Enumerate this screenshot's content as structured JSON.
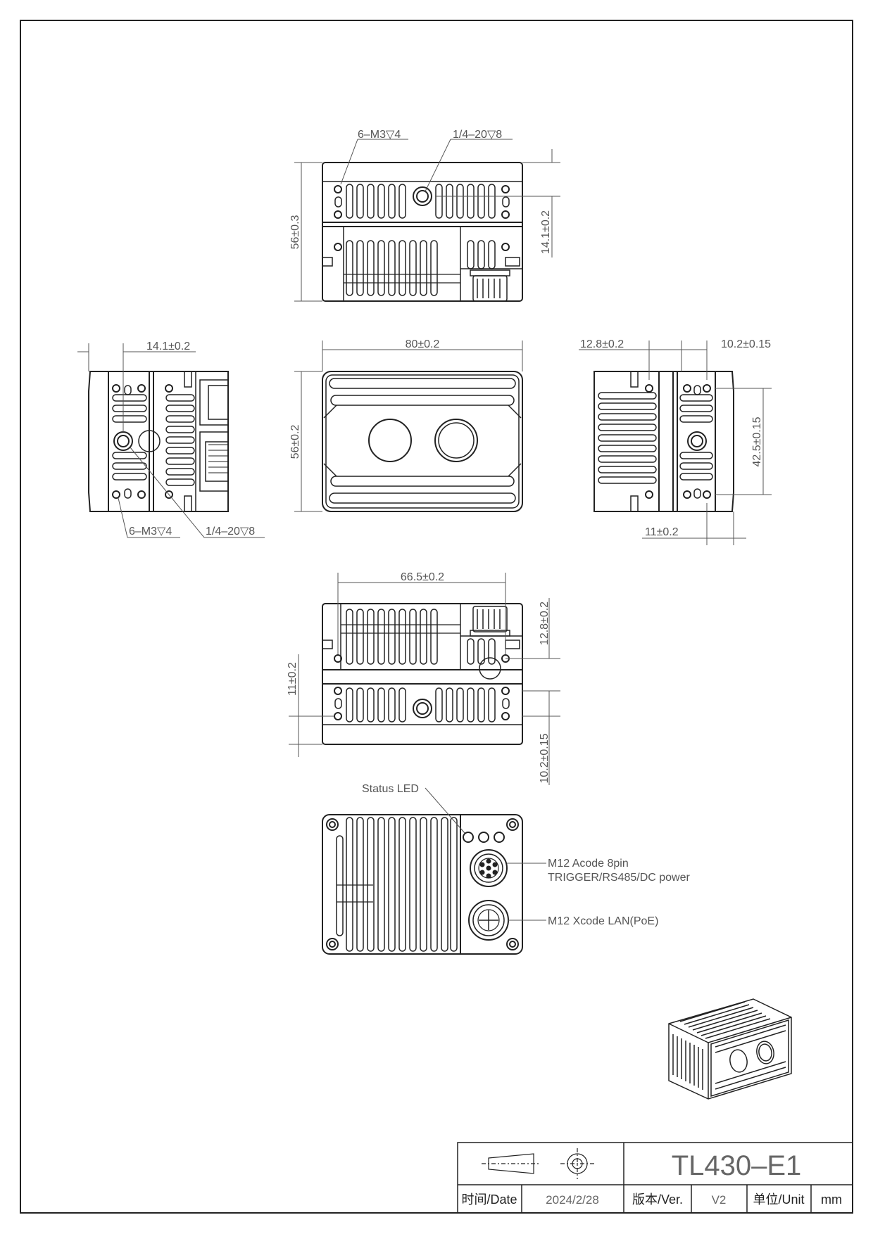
{
  "top_view": {
    "callout_thread_holes": "6–M3▽4",
    "callout_tripod": "1/4–20▽8",
    "dim_height": "56±0.3",
    "dim_tripod_offset": "14.1±0.2"
  },
  "left_view": {
    "dim_offset": "14.1±0.2",
    "callout_thread_holes": "6–M3▽4",
    "callout_tripod": "1/4–20▽8"
  },
  "front_view": {
    "dim_width": "80±0.2",
    "dim_height": "56±0.2"
  },
  "right_view": {
    "dim_a": "12.8±0.2",
    "dim_b": "10.2±0.15",
    "dim_height": "42.5±0.15",
    "dim_bottom": "11±0.2"
  },
  "bottom_view": {
    "dim_width": "66.5±0.2",
    "dim_right_top": "12.8±0.2",
    "dim_left": "11±0.2",
    "dim_right_bottom": "10.2±0.15"
  },
  "rear_view": {
    "status_led": "Status LED",
    "m12_acode_line1": "M12 Acode 8pin",
    "m12_acode_line2": "TRIGGER/RS485/DC power",
    "m12_xcode": "M12 Xcode LAN(PoE)"
  },
  "title_block": {
    "model": "TL430–E1",
    "date_label": "时间/Date",
    "date_value": "2024/2/28",
    "version_label": "版本/Ver.",
    "version_value": "V2",
    "unit_label": "单位/Unit",
    "unit_value": "mm"
  }
}
